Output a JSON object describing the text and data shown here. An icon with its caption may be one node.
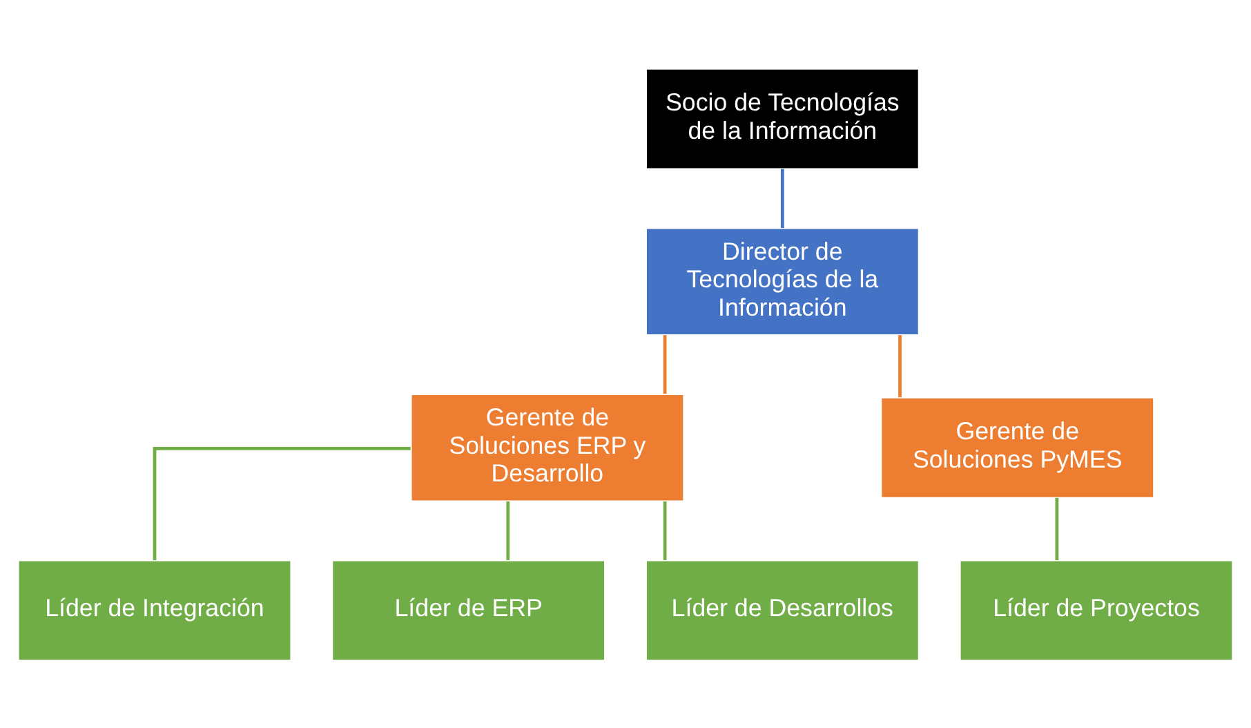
{
  "diagram": {
    "nodes": [
      {
        "text": [
          "Socio de Tecnologías de la Información"
        ]
      },
      {
        "text": [
          "Director de Tecnologías de la Información"
        ]
      },
      {
        "text": [
          "Gerente de Soluciones ERP y Desarrollo"
        ]
      },
      {
        "text": [
          "Gerente de Soluciones PyMES"
        ]
      },
      {
        "text": [
          "Líder de Integración"
        ]
      },
      {
        "text": [
          "Líder de ERP"
        ]
      },
      {
        "text": [
          "Líder de Desarrollos"
        ]
      },
      {
        "text": [
          "Líder de Proyectos"
        ]
      }
    ],
    "edges": [
      {
        "from": 0,
        "to": 1,
        "arrow": "none",
        "color": "#4472c4"
      },
      {
        "from": 1,
        "to": 2,
        "arrow": "none",
        "color": "#ed7d31"
      },
      {
        "from": 1,
        "to": 3,
        "arrow": "none",
        "color": "#ed7d31"
      },
      {
        "from": 2,
        "to": 4,
        "arrow": "none"
      },
      {
        "from": 2,
        "to": 5,
        "arrow": "none"
      },
      {
        "from": 2,
        "to": 6,
        "arrow": "none"
      },
      {
        "from": 3,
        "to": 7,
        "arrow": "none"
      }
    ]
  }
}
